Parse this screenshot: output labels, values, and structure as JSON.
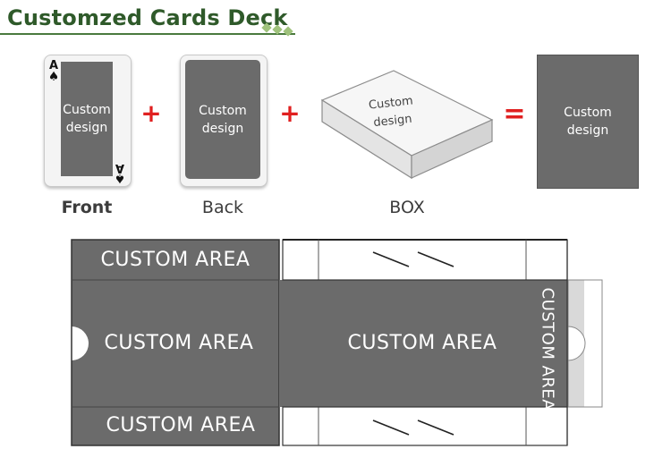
{
  "header": {
    "title": "Customzed Cards Deck"
  },
  "front_card": {
    "rank": "A",
    "label_line1": "Custom",
    "label_line2": "design",
    "caption": "Front"
  },
  "back_card": {
    "label_line1": "Custom",
    "label_line2": "design",
    "caption": "Back"
  },
  "box": {
    "label_line1": "Custom",
    "label_line2": "design",
    "caption": "BOX"
  },
  "result": {
    "label_line1": "Custom",
    "label_line2": "design"
  },
  "operators": {
    "plus1": "+",
    "plus2": "+",
    "equals": "="
  },
  "template": {
    "top_flap": "CUSTOM AREA",
    "left_main": "CUSTOM AREA",
    "bottom_flap": "CUSTOM AREA",
    "center_main": "CUSTOM AREA",
    "side_vertical": "CUSTOM AREA"
  },
  "colors": {
    "title": "#2f5a2a",
    "panel": "#6b6b6b",
    "operator": "#e02020",
    "accent_dots": "#9fc27c"
  }
}
